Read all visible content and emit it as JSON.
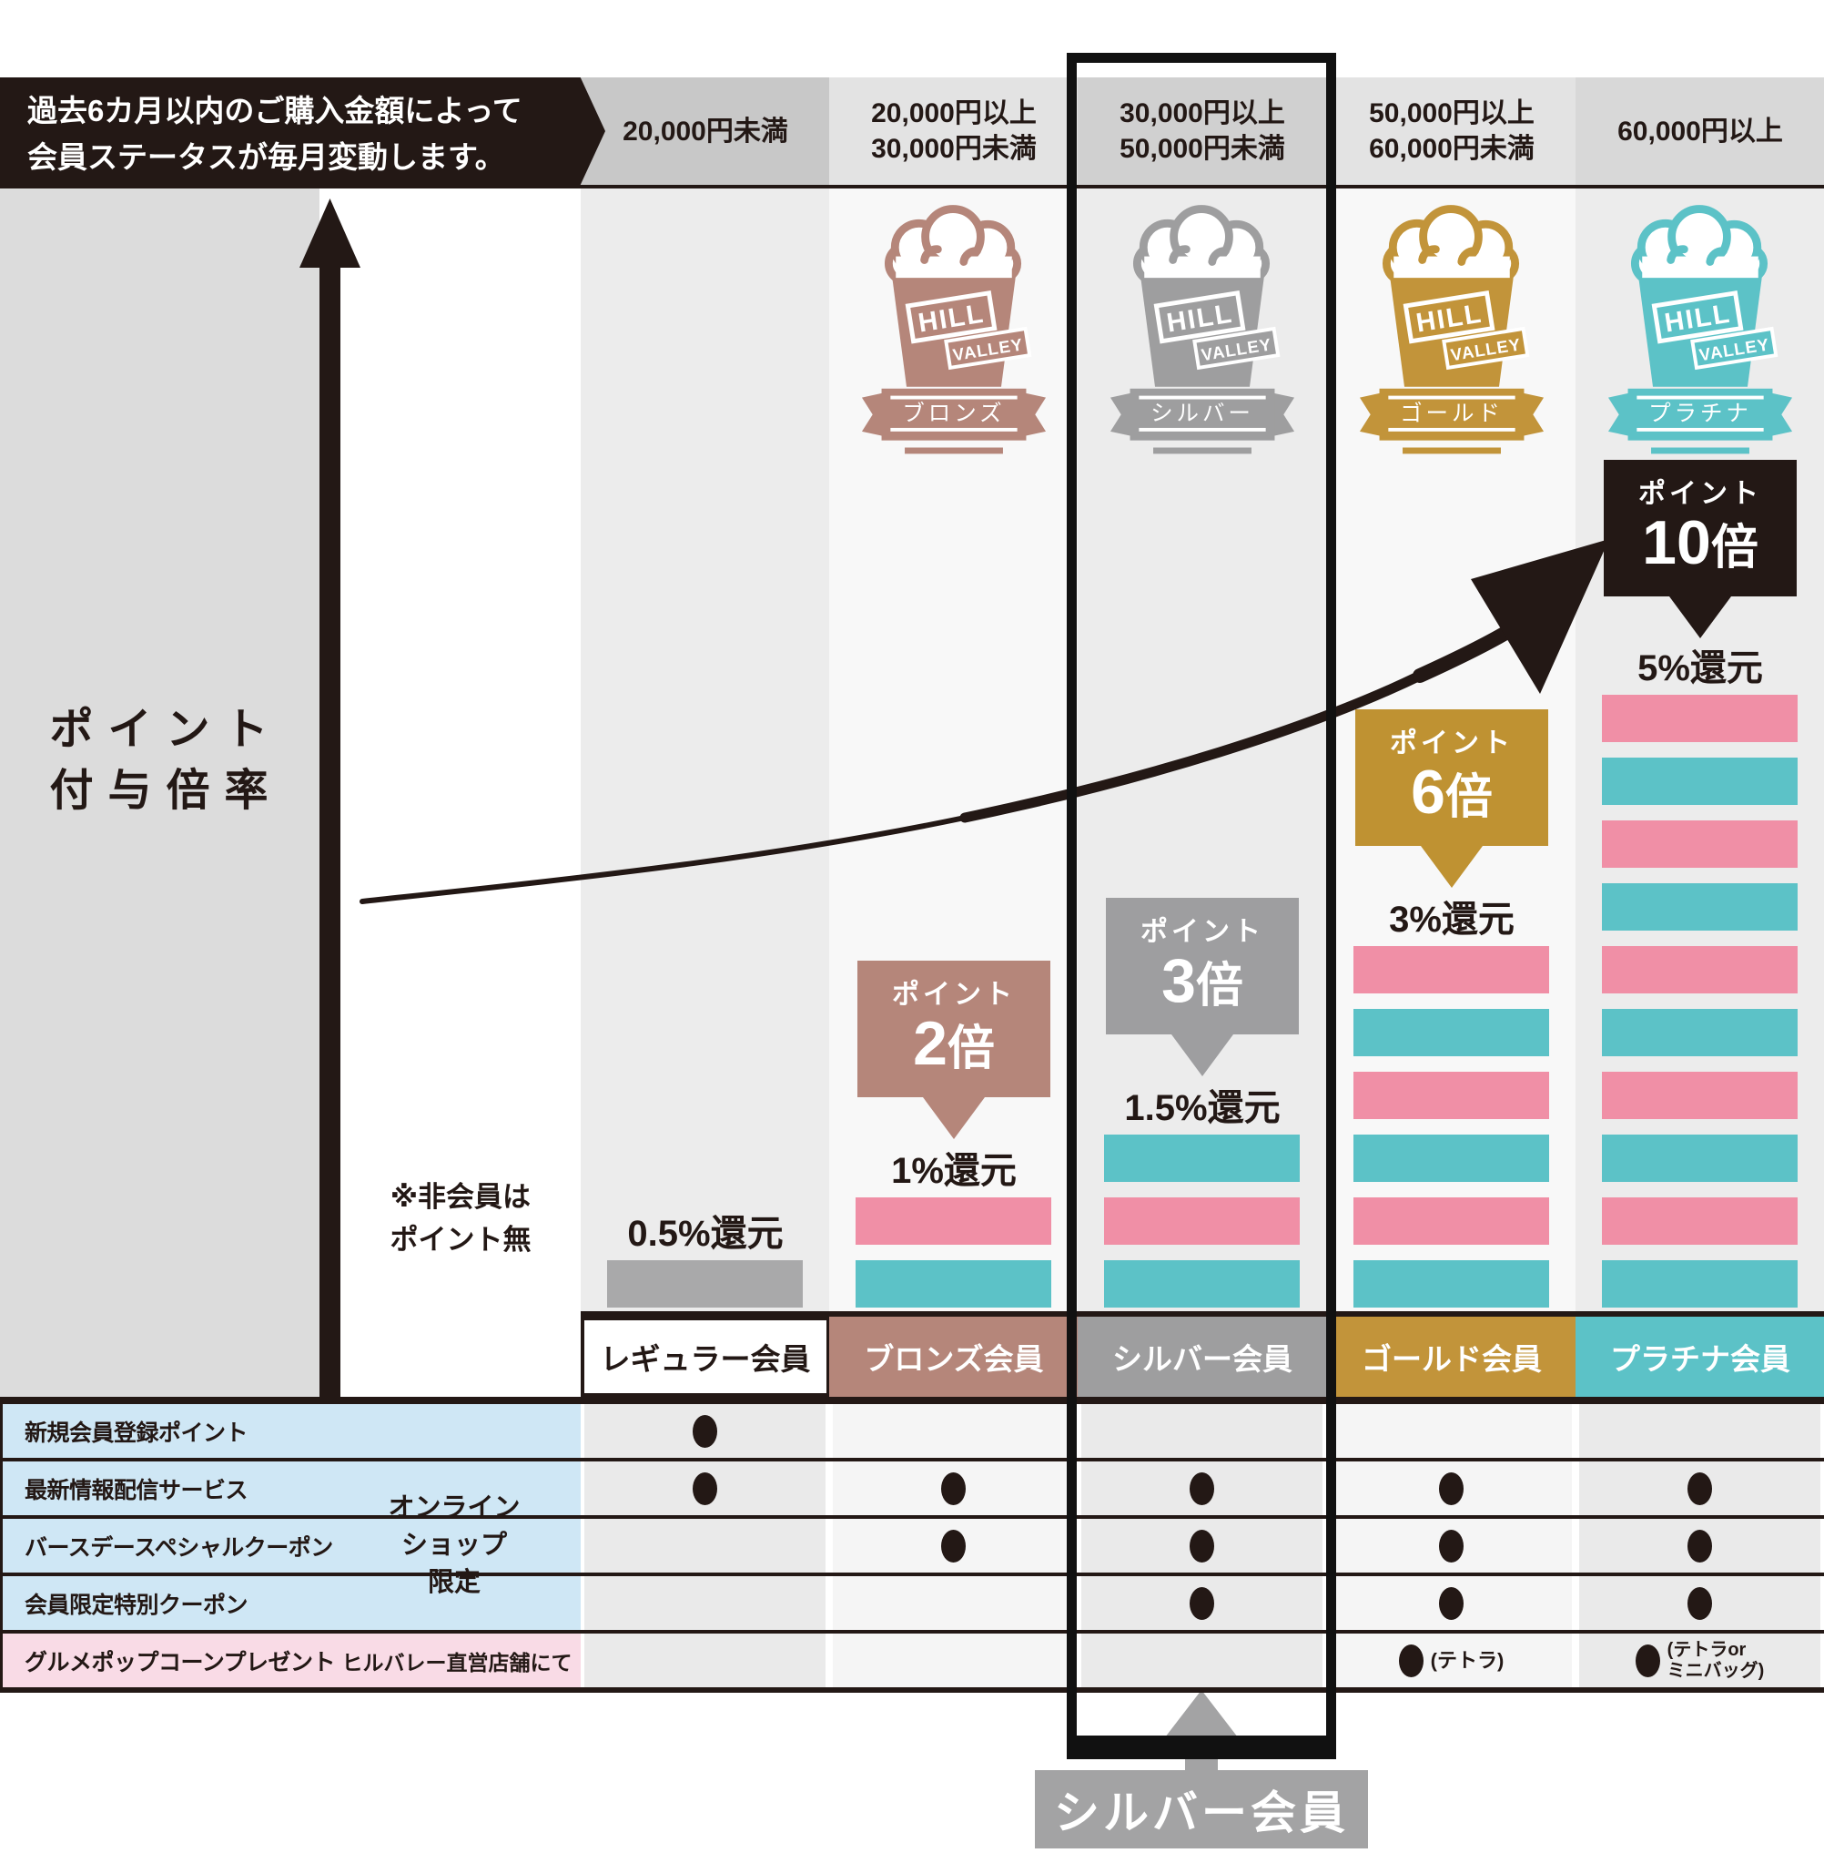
{
  "title_note": {
    "line1": "過去6カ月以内のご購入金額によって",
    "line2": "会員ステータスが毎月変動します。"
  },
  "axis": {
    "label1": "ポイント",
    "label2": "付与倍率",
    "note1": "※非会員は",
    "note2": "ポイント無"
  },
  "brand": {
    "line1": "HILL",
    "line2": "VALLEY"
  },
  "tiers": [
    {
      "id": "regular",
      "range_lines": [
        "20,000円未満"
      ],
      "member_label": "レギュラー会員",
      "rate": "0.5%還元",
      "bars": 1,
      "header_bg": "#c8c8c8",
      "body_bg": "#ececec",
      "footer_bg": "#ffffff",
      "footer_text": "#231815"
    },
    {
      "id": "bronze",
      "range_lines": [
        "20,000円以上",
        "30,000円未満"
      ],
      "member_label": "ブロンズ会員",
      "ribbon": "ブロンズ",
      "color": "#b5867a",
      "badge_color": "#b5867a",
      "badge_line1": "ポイント",
      "mult_num": "2",
      "mult_suffix": "倍",
      "rate": "1%還元",
      "bars": 2,
      "header_bg": "#e3e3e3",
      "body_bg": "#f8f8f8",
      "footer_bg": "#b5867a",
      "footer_text": "#ffffff"
    },
    {
      "id": "silver",
      "range_lines": [
        "30,000円以上",
        "50,000円未満"
      ],
      "member_label": "シルバー会員",
      "ribbon": "シルバー",
      "color": "#9e9e9f",
      "badge_color": "#9e9ea0",
      "badge_line1": "ポイント",
      "mult_num": "3",
      "mult_suffix": "倍",
      "rate": "1.5%還元",
      "bars": 3,
      "header_bg": "#d0d0d0",
      "body_bg": "#ececec",
      "footer_bg": "#9e9e9f",
      "footer_text": "#ffffff"
    },
    {
      "id": "gold",
      "range_lines": [
        "50,000円以上",
        "60,000円未満"
      ],
      "member_label": "ゴールド会員",
      "ribbon": "ゴールド",
      "color": "#c2943a",
      "badge_color": "#bf9232",
      "badge_line1": "ポイント",
      "mult_num": "6",
      "mult_suffix": "倍",
      "rate": "3%還元",
      "bars": 6,
      "header_bg": "#e3e3e3",
      "body_bg": "#f8f8f8",
      "footer_bg": "#c2943a",
      "footer_text": "#ffffff"
    },
    {
      "id": "platinum",
      "range_lines": [
        "60,000円以上"
      ],
      "member_label": "プラチナ会員",
      "ribbon": "プラチナ",
      "color": "#5cc2c7",
      "badge_color": "#231815",
      "badge_line1": "ポイント",
      "mult_num": "10",
      "mult_suffix": "倍",
      "rate": "5%還元",
      "bars": 10,
      "header_bg": "#d8d8d8",
      "body_bg": "#ececec",
      "footer_bg": "#5cc2c7",
      "footer_text": "#ffffff"
    }
  ],
  "benefits": {
    "online_note1": "オンライン",
    "online_note2": "ショップ",
    "online_note3": "限定",
    "store_note": "ヒルバレー直営店舗にて",
    "rows": [
      {
        "label": "新規会員登録ポイント",
        "dots": [
          true,
          false,
          false,
          false,
          false
        ],
        "dot_notes": [
          null,
          null,
          null,
          null,
          null
        ]
      },
      {
        "label": "最新情報配信サービス",
        "dots": [
          true,
          true,
          true,
          true,
          true
        ],
        "dot_notes": [
          null,
          null,
          null,
          null,
          null
        ]
      },
      {
        "label": "バースデースペシャルクーポン",
        "dots": [
          false,
          true,
          true,
          true,
          true
        ],
        "dot_notes": [
          null,
          null,
          null,
          null,
          null
        ]
      },
      {
        "label": "会員限定特別クーポン",
        "dots": [
          false,
          false,
          true,
          true,
          true
        ],
        "dot_notes": [
          null,
          null,
          null,
          null,
          null
        ]
      },
      {
        "label": "グルメポップコーンプレゼント",
        "dots": [
          false,
          false,
          false,
          true,
          true
        ],
        "dot_notes": [
          null,
          null,
          null,
          [
            "(テトラ)"
          ],
          [
            "(テトラor",
            "ミニバッグ)"
          ]
        ]
      }
    ]
  },
  "highlight": {
    "label": "シルバー会員"
  },
  "colors": {
    "ink": "#231815",
    "pink": "#f08fa6",
    "teal": "#5cc2c7",
    "bar_gray": "#a9a9aa",
    "panel_gray": "#dcdcdc",
    "blue_row": "#cfe7f5",
    "pink_row": "#f9dbe6",
    "benefit_bg_odd": "#eaeaea",
    "benefit_bg_even": "#f5f5f5",
    "bottom_gray": "#a3a3a4"
  }
}
